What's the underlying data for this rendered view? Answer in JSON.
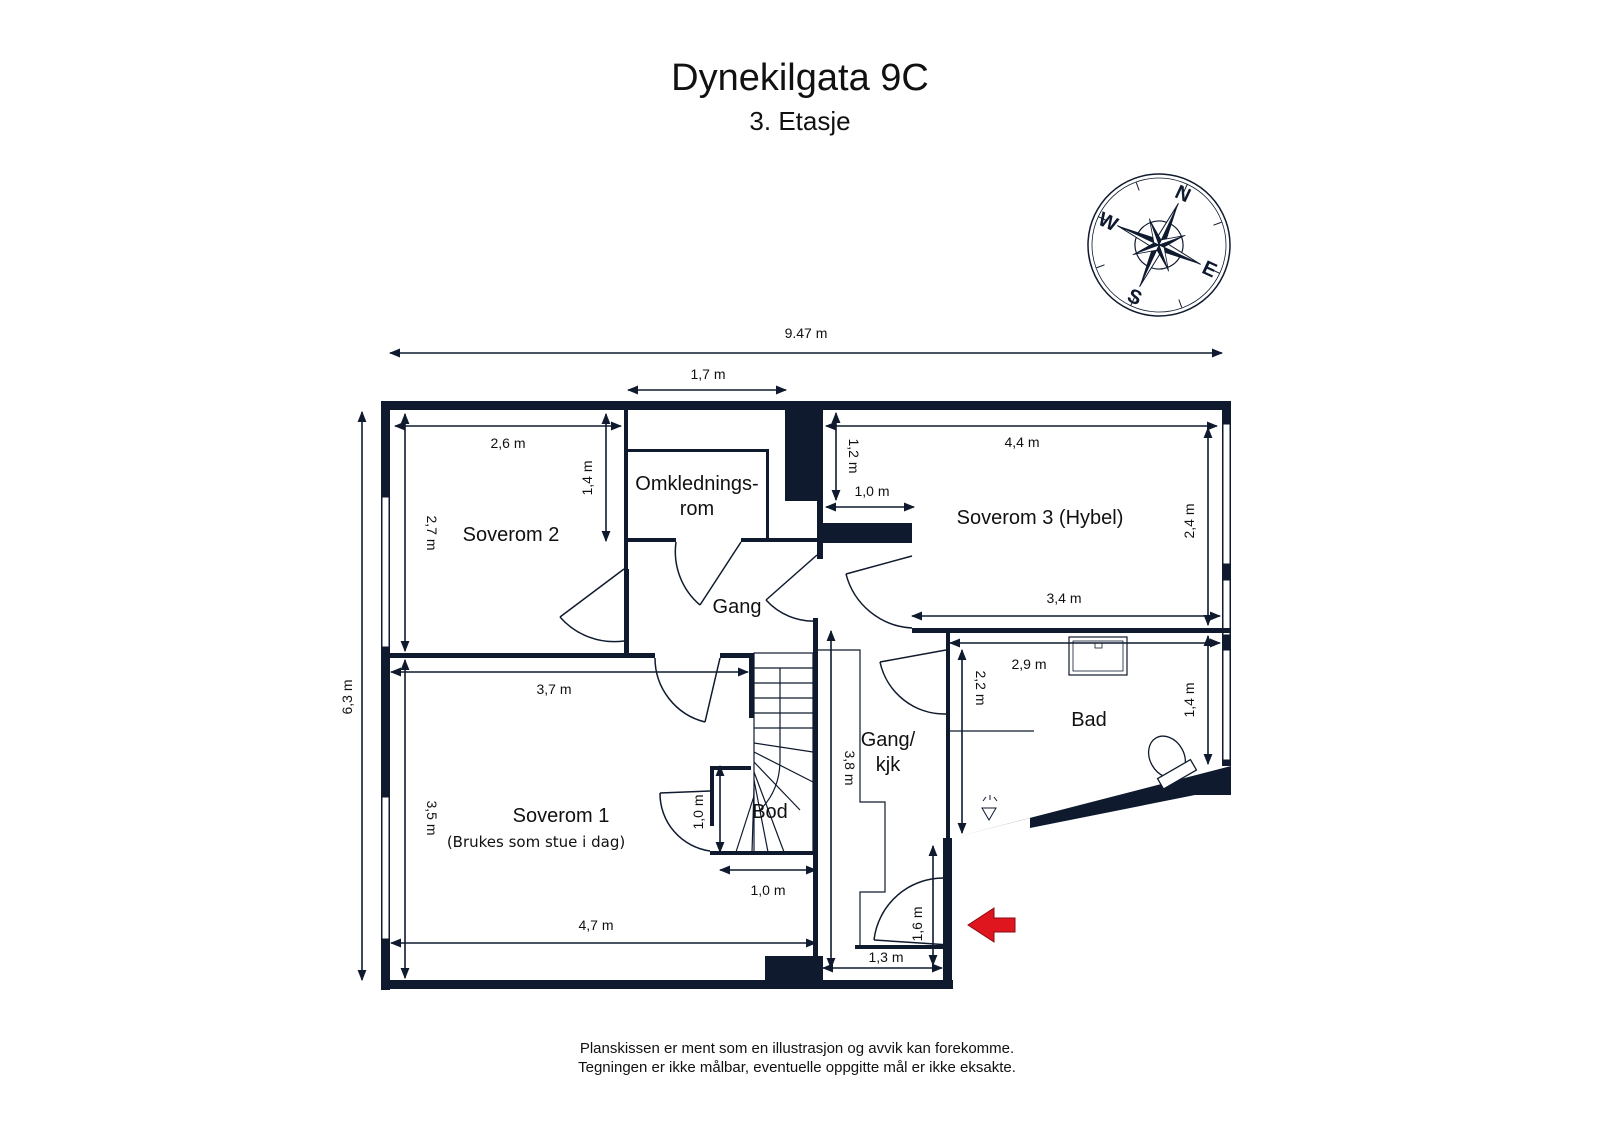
{
  "title": "Dynekilgata 9C",
  "subtitle": "3. Etasje",
  "compass": {
    "north": "N",
    "east": "E",
    "south": "S",
    "west": "W"
  },
  "rooms": {
    "soverom2": "Soverom 2",
    "omkledning_line1": "Omklednings-",
    "omkledning_line2": "rom",
    "gang": "Gang",
    "soverom3": "Soverom 3 (Hybel)",
    "bad": "Bad",
    "gang_kjk_line1": "Gang/",
    "gang_kjk_line2": "kjk",
    "soverom1": "Soverom 1",
    "soverom1_note": "(Brukes som stue i dag)",
    "bod": "Bod"
  },
  "dimensions": {
    "total_width": "9.47 m",
    "total_height": "6,3 m",
    "omkledning_width": "1,7 m",
    "soverom2_width": "2,6 m",
    "soverom2_height": "2,7 m",
    "omkledning_depth": "1,4 m",
    "soverom3_width": "4,4 m",
    "soverom3_niche_depth": "1,2 m",
    "soverom3_niche_width": "1,0 m",
    "soverom3_height": "2,4 m",
    "soverom3_lower_width": "3,4 m",
    "bad_width": "2,9 m",
    "bad_height_left": "2,2 m",
    "bad_height_right": "1,4 m",
    "soverom1_upper_width": "3,7 m",
    "soverom1_height": "3,5 m",
    "soverom1_width": "4,7 m",
    "bod_height": "1,0 m",
    "bod_width": "1,0 m",
    "gang_kjk_length": "3,8 m",
    "entry_depth": "1,6 m",
    "entry_width": "1,3 m"
  },
  "disclaimer": {
    "line1": "Planskissen er ment som en illustrasjon og avvik kan forekomme.",
    "line2": "Tegningen er ikke målbar, eventuelle oppgitte mål er ikke eksakte."
  },
  "colors": {
    "walls": "#0f1a2e",
    "entrance_arrow": "#e0161f"
  },
  "icons": [
    "compass-rose-icon",
    "entrance-arrow-icon",
    "sink-icon",
    "toilet-icon",
    "shower-icon"
  ]
}
